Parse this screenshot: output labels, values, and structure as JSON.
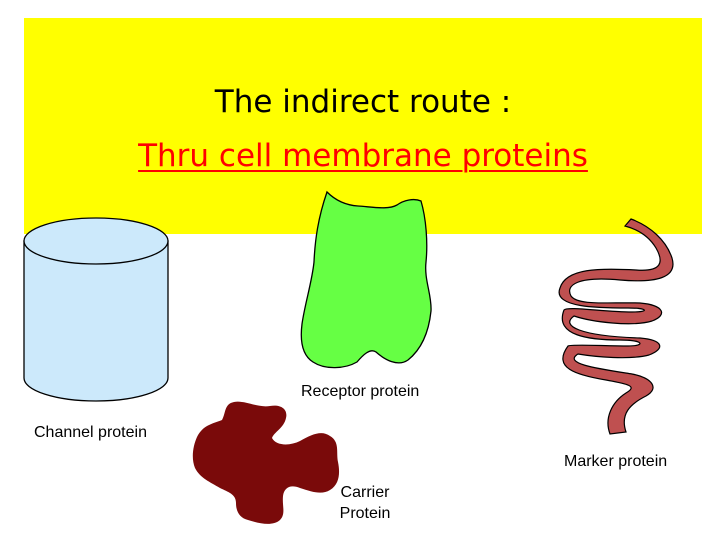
{
  "slide": {
    "title_line_1": "The indirect route :",
    "title_line_2": "Thru cell membrane proteins"
  },
  "labels": {
    "channel": "Channel protein",
    "receptor": "Receptor protein",
    "marker": "Marker protein",
    "carrier": "Carrier Protein"
  },
  "colors": {
    "title_band": "#ffff00",
    "title_line_2": "#ff0000",
    "channel_fill": "#cce9fb",
    "receptor_fill": "#66ff44",
    "carrier_fill": "#7a0a0a",
    "marker_fill": "#bf5050"
  }
}
